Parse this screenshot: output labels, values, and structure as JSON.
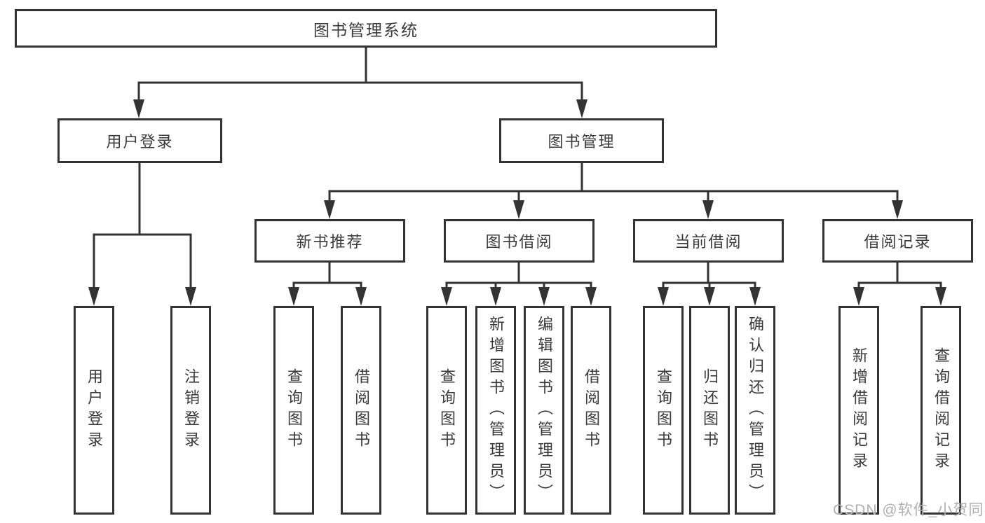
{
  "tree": {
    "root": {
      "label": "图书管理系统"
    },
    "branches": [
      {
        "label": "用户登录",
        "children": [
          {
            "label": "用户登录"
          },
          {
            "label": "注销登录"
          }
        ]
      },
      {
        "label": "图书管理",
        "children": [
          {
            "label": "新书推荐",
            "children": [
              {
                "label": "查询图书"
              },
              {
                "label": "借阅图书"
              }
            ]
          },
          {
            "label": "图书借阅",
            "children": [
              {
                "label": "查询图书"
              },
              {
                "label": "新增图书（管理员）"
              },
              {
                "label": "编辑图书（管理员）"
              },
              {
                "label": "借阅图书"
              }
            ]
          },
          {
            "label": "当前借阅",
            "children": [
              {
                "label": "查询图书"
              },
              {
                "label": "归还图书"
              },
              {
                "label": "确认归还（管理员）"
              }
            ]
          },
          {
            "label": "借阅记录",
            "children": [
              {
                "label": "新增借阅记录"
              },
              {
                "label": "查询借阅记录"
              }
            ]
          }
        ]
      }
    ]
  },
  "watermark": {
    "text": "CSDN @软件_小贺同学",
    "color": "#b0b0b0"
  },
  "colors": {
    "line": "#333333",
    "box_border": "#333333",
    "text": "#3a3a3a",
    "background": "#ffffff"
  }
}
